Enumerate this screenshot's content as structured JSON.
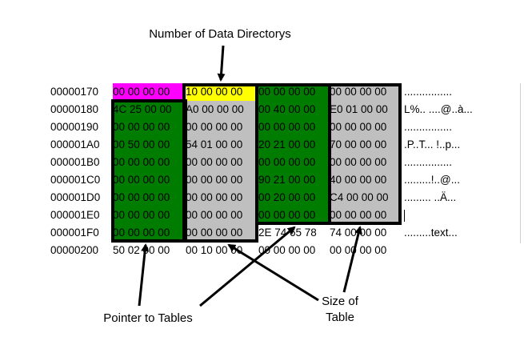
{
  "labels": {
    "top": "Number of Data Directorys",
    "pointer": "Pointer to Tables",
    "size_line1": "Size of",
    "size_line2": "Table"
  },
  "rows": [
    {
      "addr": "00000170",
      "groups": [
        "00 00 00 00",
        "10 00 00 00",
        "00 00 00 00",
        "00 00 00 00"
      ],
      "ascii": "................"
    },
    {
      "addr": "00000180",
      "groups": [
        "4C 25 00 00",
        "A0 00 00 00",
        "00 40 00 00",
        "E0 01 00 00"
      ],
      "ascii": "L%.. ....@..à..."
    },
    {
      "addr": "00000190",
      "groups": [
        "00 00 00 00",
        "00 00 00 00",
        "00 00 00 00",
        "00 00 00 00"
      ],
      "ascii": "................"
    },
    {
      "addr": "000001A0",
      "groups": [
        "00 50 00 00",
        "54 01 00 00",
        "20 21 00 00",
        "70 00 00 00"
      ],
      "ascii": ".P..T... !..p..."
    },
    {
      "addr": "000001B0",
      "groups": [
        "00 00 00 00",
        "00 00 00 00",
        "00 00 00 00",
        "00 00 00 00"
      ],
      "ascii": "................"
    },
    {
      "addr": "000001C0",
      "groups": [
        "00 00 00 00",
        "00 00 00 00",
        "90 21 00 00",
        "40 00 00 00"
      ],
      "ascii": ".........!..@..."
    },
    {
      "addr": "000001D0",
      "groups": [
        "00 00 00 00",
        "00 00 00 00",
        "00 20 00 00",
        "C4 00 00 00"
      ],
      "ascii": "......... ..Ä..."
    },
    {
      "addr": "000001E0",
      "groups": [
        "00 00 00 00",
        "00 00 00 00",
        "00 00 00 00",
        "00 00 00 00"
      ],
      "ascii": ""
    },
    {
      "addr": "000001F0",
      "groups": [
        "00 00 00 00",
        "00 00 00 00",
        "2E 74 65 78",
        "74 00 00 00"
      ],
      "ascii": ".........text..."
    },
    {
      "addr": "00000200",
      "groups": [
        "50 02 00 00",
        "00 10 00 00",
        "00 00 00 00",
        "00 00 00 00"
      ],
      "ascii": ""
    }
  ],
  "colors": {
    "magenta": "#ff00ff",
    "yellow": "#ffff00",
    "green": "#007c00",
    "gray": "#bfbfbf",
    "border": "#000000"
  }
}
